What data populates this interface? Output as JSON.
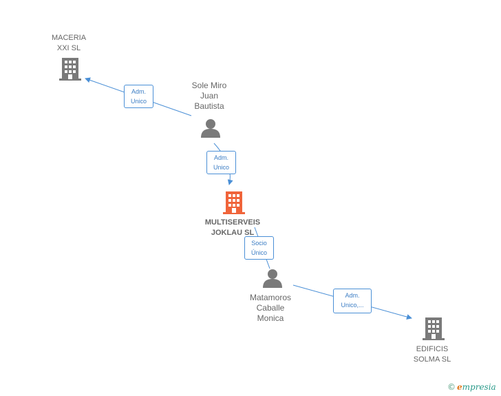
{
  "nodes": {
    "maceria": {
      "label": "MACERIA\nXXI  SL",
      "icon": "building-icon",
      "color": "#7a7a7a"
    },
    "sole": {
      "label": "Sole Miro\nJuan\nBautista",
      "icon": "person-icon",
      "color": "#7a7a7a"
    },
    "multiserveis": {
      "label": "MULTISERVEIS\nJOKLAU  SL",
      "icon": "building-icon",
      "color": "#f0643a"
    },
    "matamoros": {
      "label": "Matamoros\nCaballe\nMonica",
      "icon": "person-icon",
      "color": "#7a7a7a"
    },
    "edificis": {
      "label": "EDIFICIS\nSOLMA  SL",
      "icon": "building-icon",
      "color": "#7a7a7a"
    }
  },
  "edges": {
    "sole_maceria": "Adm.\nUnico",
    "sole_multiserveis": "Adm.\nUnico",
    "matamoros_multiserveis": "Socio\nÚnico",
    "matamoros_edificis": "Adm.\nUnico,..."
  },
  "colors": {
    "edge": "#4a8fd6",
    "accent": "#f0643a",
    "icon": "#7a7a7a"
  },
  "footer": {
    "copyright_symbol": "©",
    "brand_initial": "e",
    "brand_rest": "mpresia"
  }
}
